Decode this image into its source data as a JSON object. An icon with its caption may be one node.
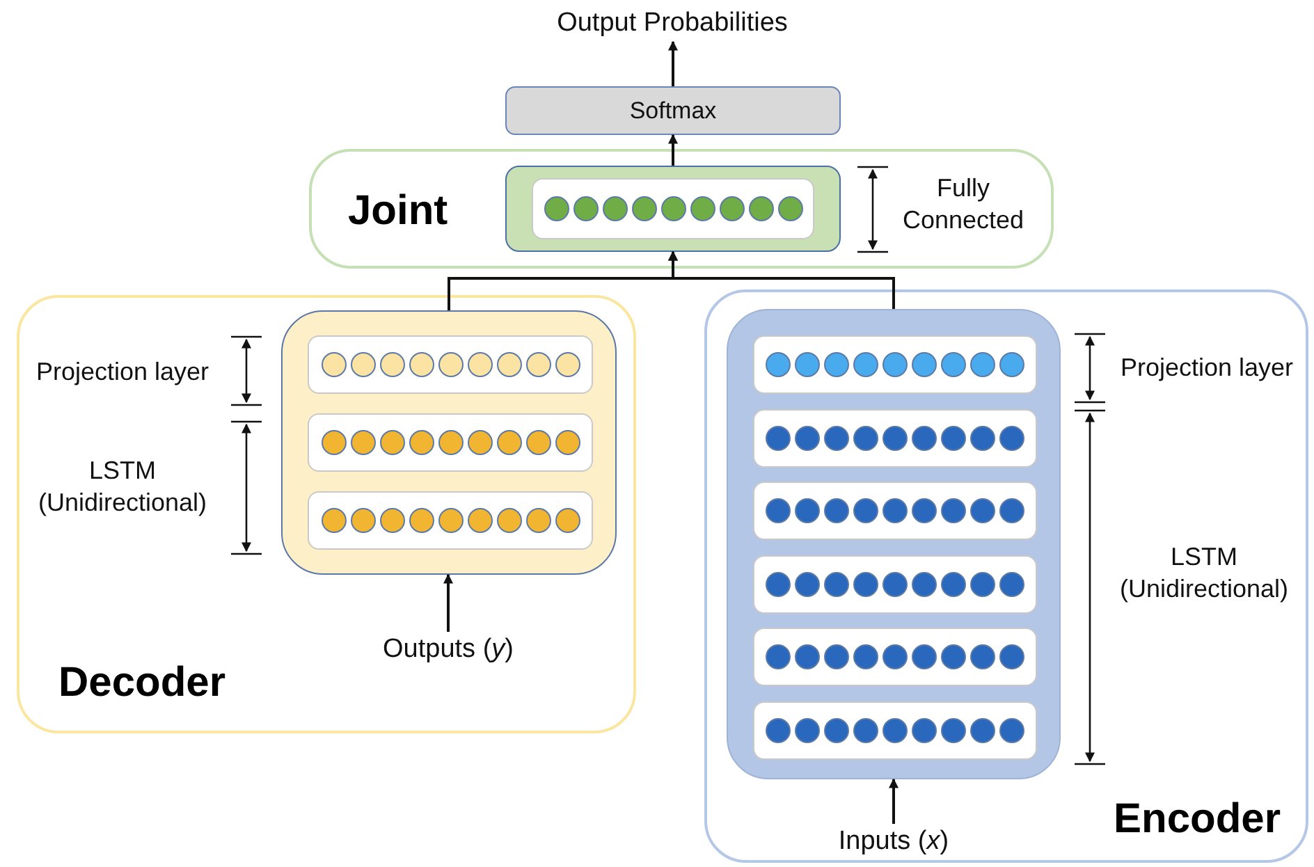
{
  "diagram": {
    "nodes": [
      {
        "text": [
          "Output Probabilities"
        ]
      },
      {
        "text": [
          "Softmax"
        ]
      },
      {
        "text": [
          "Joint"
        ]
      },
      {
        "text": [],
        "shape": "box",
        "in": 2
      },
      {
        "text": [
          "Decoder"
        ]
      },
      {
        "text": [],
        "shape": "box",
        "in": 4
      },
      {
        "text": [
          "Outputs (*y*)"
        ],
        "in": 4
      },
      {
        "text": [
          "Encoder"
        ]
      },
      {
        "text": [],
        "shape": "box",
        "in": 7
      },
      {
        "text": [
          "Inputs (*x*)"
        ],
        "in": 7
      }
    ],
    "edges": [
      {
        "from": 1,
        "to": 0,
        "arrow": "to"
      },
      {
        "from": 3,
        "to": 1,
        "arrow": "to"
      },
      {
        "from": 5,
        "to": 3,
        "arrow": "to"
      },
      {
        "from": 8,
        "to": 3,
        "arrow": "to"
      },
      {
        "from": 6,
        "to": 5,
        "arrow": "to"
      },
      {
        "from": 9,
        "to": 8,
        "arrow": "to"
      }
    ],
    "labels": [
      "Fully Connected",
      "Projection layer",
      "LSTM (Unidirectional)",
      "Projection layer",
      "LSTM (Unidirectional)"
    ]
  }
}
